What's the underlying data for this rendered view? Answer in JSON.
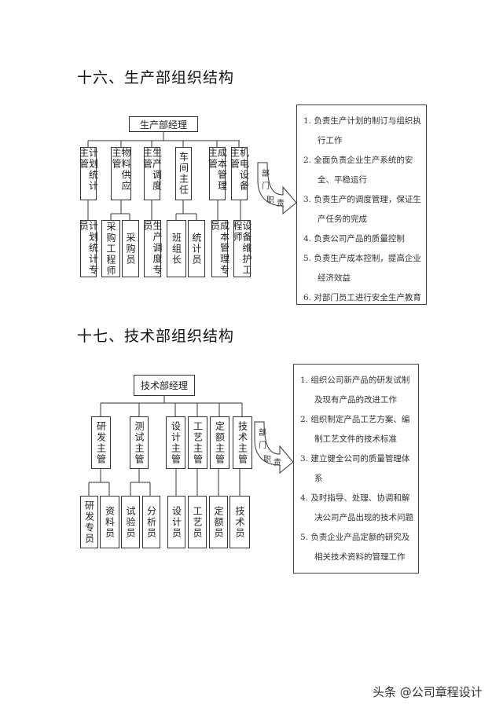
{
  "section16": {
    "heading": "十六、生产部组织结构",
    "manager": "生产部经理",
    "supervisors": [
      "计划统计主管",
      "物料供应主管",
      "生产调度主管",
      "车间主任",
      "成本管理主管",
      "机电设备主管"
    ],
    "staff": [
      "计划统计专员",
      "采购工程师",
      "采购员",
      "生产调度专员",
      "班组长",
      "统计员",
      "成本管理专员",
      "设备维护工程师"
    ],
    "arrow": [
      "部",
      "门",
      "职",
      "责"
    ],
    "responsibilities": [
      "1. 负责生产计划的制订与组织执行工作",
      "2. 全面负责企业生产系统的安全、平稳运行",
      "3. 负责生产的调度管理，保证生产任务的完成",
      "4. 负责公司产品的质量控制",
      "5. 负责生产成本控制，提高企业经济效益",
      "6. 对部门员工进行安全生产教育"
    ]
  },
  "section17": {
    "heading": "十七、技术部组织结构",
    "manager": "技术部经理",
    "supervisors": [
      "研发主管",
      "测试主管",
      "设计主管",
      "工艺主管",
      "定额主管",
      "技术主管"
    ],
    "staff": [
      "研发专员",
      "资料员",
      "试验员",
      "分析员",
      "设计员",
      "工艺员",
      "定额员",
      "技术员"
    ],
    "arrow": [
      "部",
      "门",
      "职",
      "责"
    ],
    "responsibilities": [
      "1. 组织公司新产品的研发试制及现有产品的改进工作",
      "2. 组织制定产品工艺方案、编制工艺文件的技术标准",
      "3. 建立健全公司的质量管理体系",
      "4. 及时指导、处理、协调和解决公司产品出现的技术问题",
      "5. 负责企业产品定额的研究及相关技术资料的管理工作"
    ]
  },
  "watermark": "头条 @公司章程设计"
}
